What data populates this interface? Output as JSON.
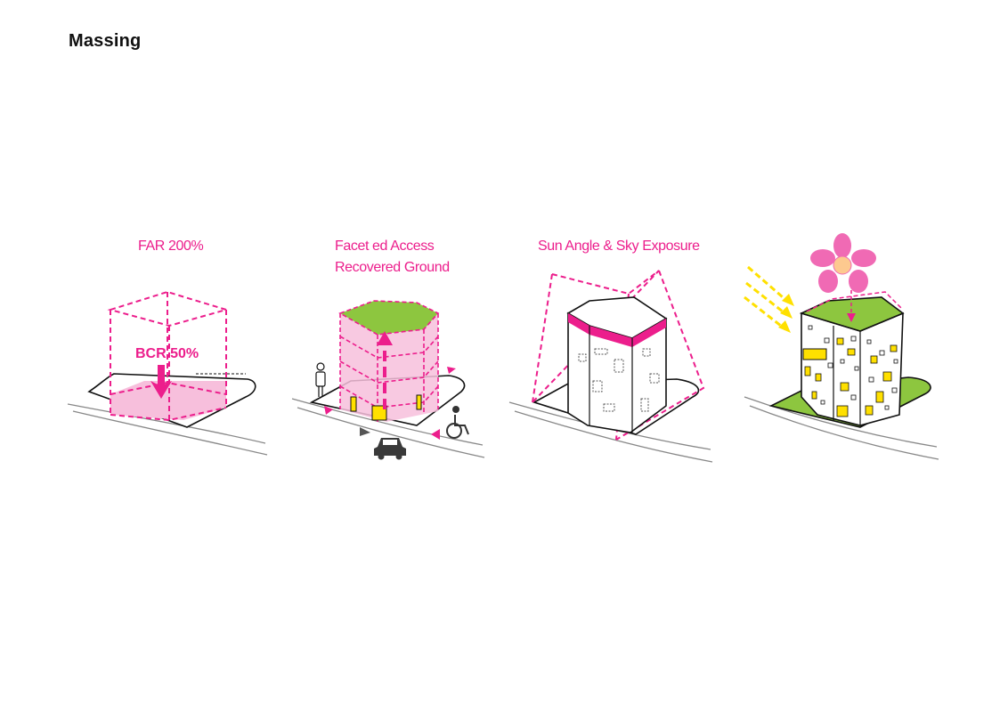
{
  "page": {
    "title": "Massing"
  },
  "panels": [
    {
      "id": "far",
      "label": "FAR 200%",
      "inner_label": "BCR 50%"
    },
    {
      "id": "access",
      "label_line1": "Facet ed  Access",
      "label_line2": "Recovered Ground"
    },
    {
      "id": "sun",
      "label": "Sun Angle & Sky Exposure"
    },
    {
      "id": "final",
      "label": ""
    }
  ],
  "colors": {
    "accent_pink": "#ec1e8c",
    "light_pink": "#f7bfdc",
    "roof_green": "#8dc63f",
    "sun_yellow": "#ffe000",
    "flower_pink": "#f06ab4",
    "flower_center": "#fdc98f",
    "outline": "#111111",
    "ground_line": "#888888"
  },
  "icons": [
    "person-icon",
    "car-icon",
    "wheelchair-icon",
    "flower-icon",
    "sun-arrow-icon"
  ]
}
